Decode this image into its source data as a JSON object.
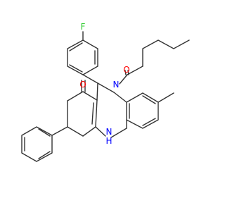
{
  "molecule": {
    "atom_labels": {
      "fluorine": "F",
      "ketone_oxygen": "O",
      "amide_oxygen": "O",
      "amide_nitrogen": "N",
      "amine_nitrogen": "N",
      "amine_hydrogen": "H"
    },
    "colors": {
      "bond": "#333333",
      "fluorine": "#33cc33",
      "oxygen": "#ff0000",
      "nitrogen": "#0000ff"
    }
  }
}
